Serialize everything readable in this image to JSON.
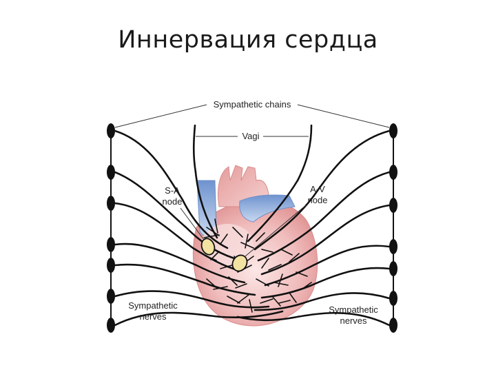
{
  "slide": {
    "title": "Иннервация сердца"
  },
  "labels": {
    "sympathetic_chains": "Sympathetic chains",
    "vagi": "Vagi",
    "sa_node_line1": "S-A",
    "sa_node_line2": "node",
    "av_node_line1": "A-V",
    "av_node_line2": "node",
    "sym_nerves_left_line1": "Sympathetic",
    "sym_nerves_left_line2": "nerves",
    "sym_nerves_right_line1": "Sympathetic",
    "sym_nerves_right_line2": "nerves"
  },
  "colors": {
    "heart_red": "#e8a9a9",
    "heart_red_dark": "#d98686",
    "vessel_blue": "#7ea2d6",
    "node_yellow": "#f3e3a2",
    "nerve": "#111111"
  }
}
